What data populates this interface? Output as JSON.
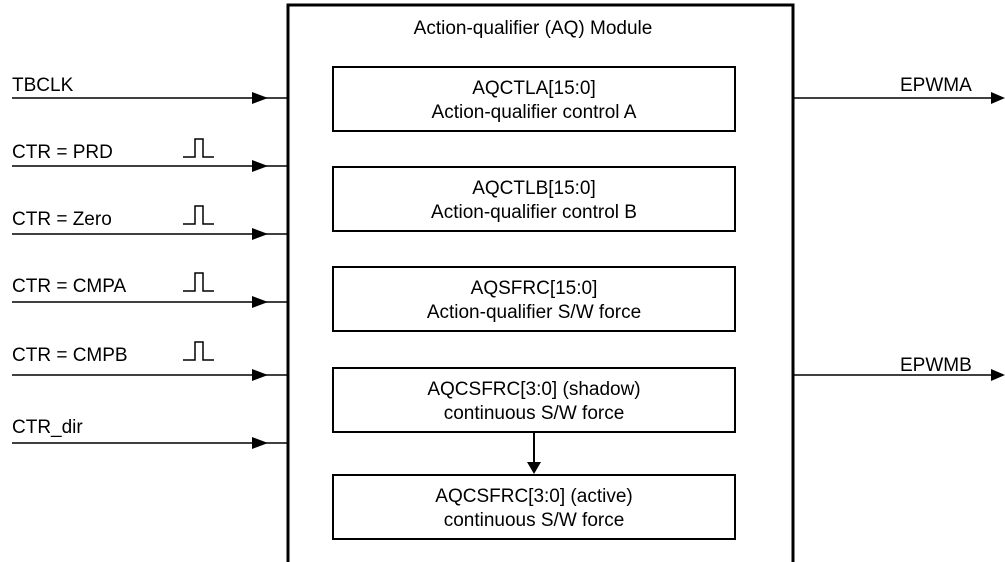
{
  "module_title": "Action-qualifier (AQ) Module",
  "inputs": [
    {
      "label": "TBCLK",
      "pulse": false
    },
    {
      "label": "CTR = PRD",
      "pulse": true
    },
    {
      "label": "CTR = Zero",
      "pulse": true
    },
    {
      "label": "CTR = CMPA",
      "pulse": true
    },
    {
      "label": "CTR = CMPB",
      "pulse": true
    },
    {
      "label": "CTR_dir",
      "pulse": false
    }
  ],
  "outputs": [
    {
      "label": "EPWMA"
    },
    {
      "label": "EPWMB"
    }
  ],
  "registers": [
    {
      "line1": "AQCTLA[15:0]",
      "line2": "Action-qualifier control A"
    },
    {
      "line1": "AQCTLB[15:0]",
      "line2": "Action-qualifier control B"
    },
    {
      "line1": "AQSFRC[15:0]",
      "line2": "Action-qualifier S/W force"
    },
    {
      "line1": "AQCSFRC[3:0] (shadow)",
      "line2": "continuous S/W force"
    },
    {
      "line1": "AQCSFRC[3:0] (active)",
      "line2": "continuous S/W force"
    }
  ]
}
